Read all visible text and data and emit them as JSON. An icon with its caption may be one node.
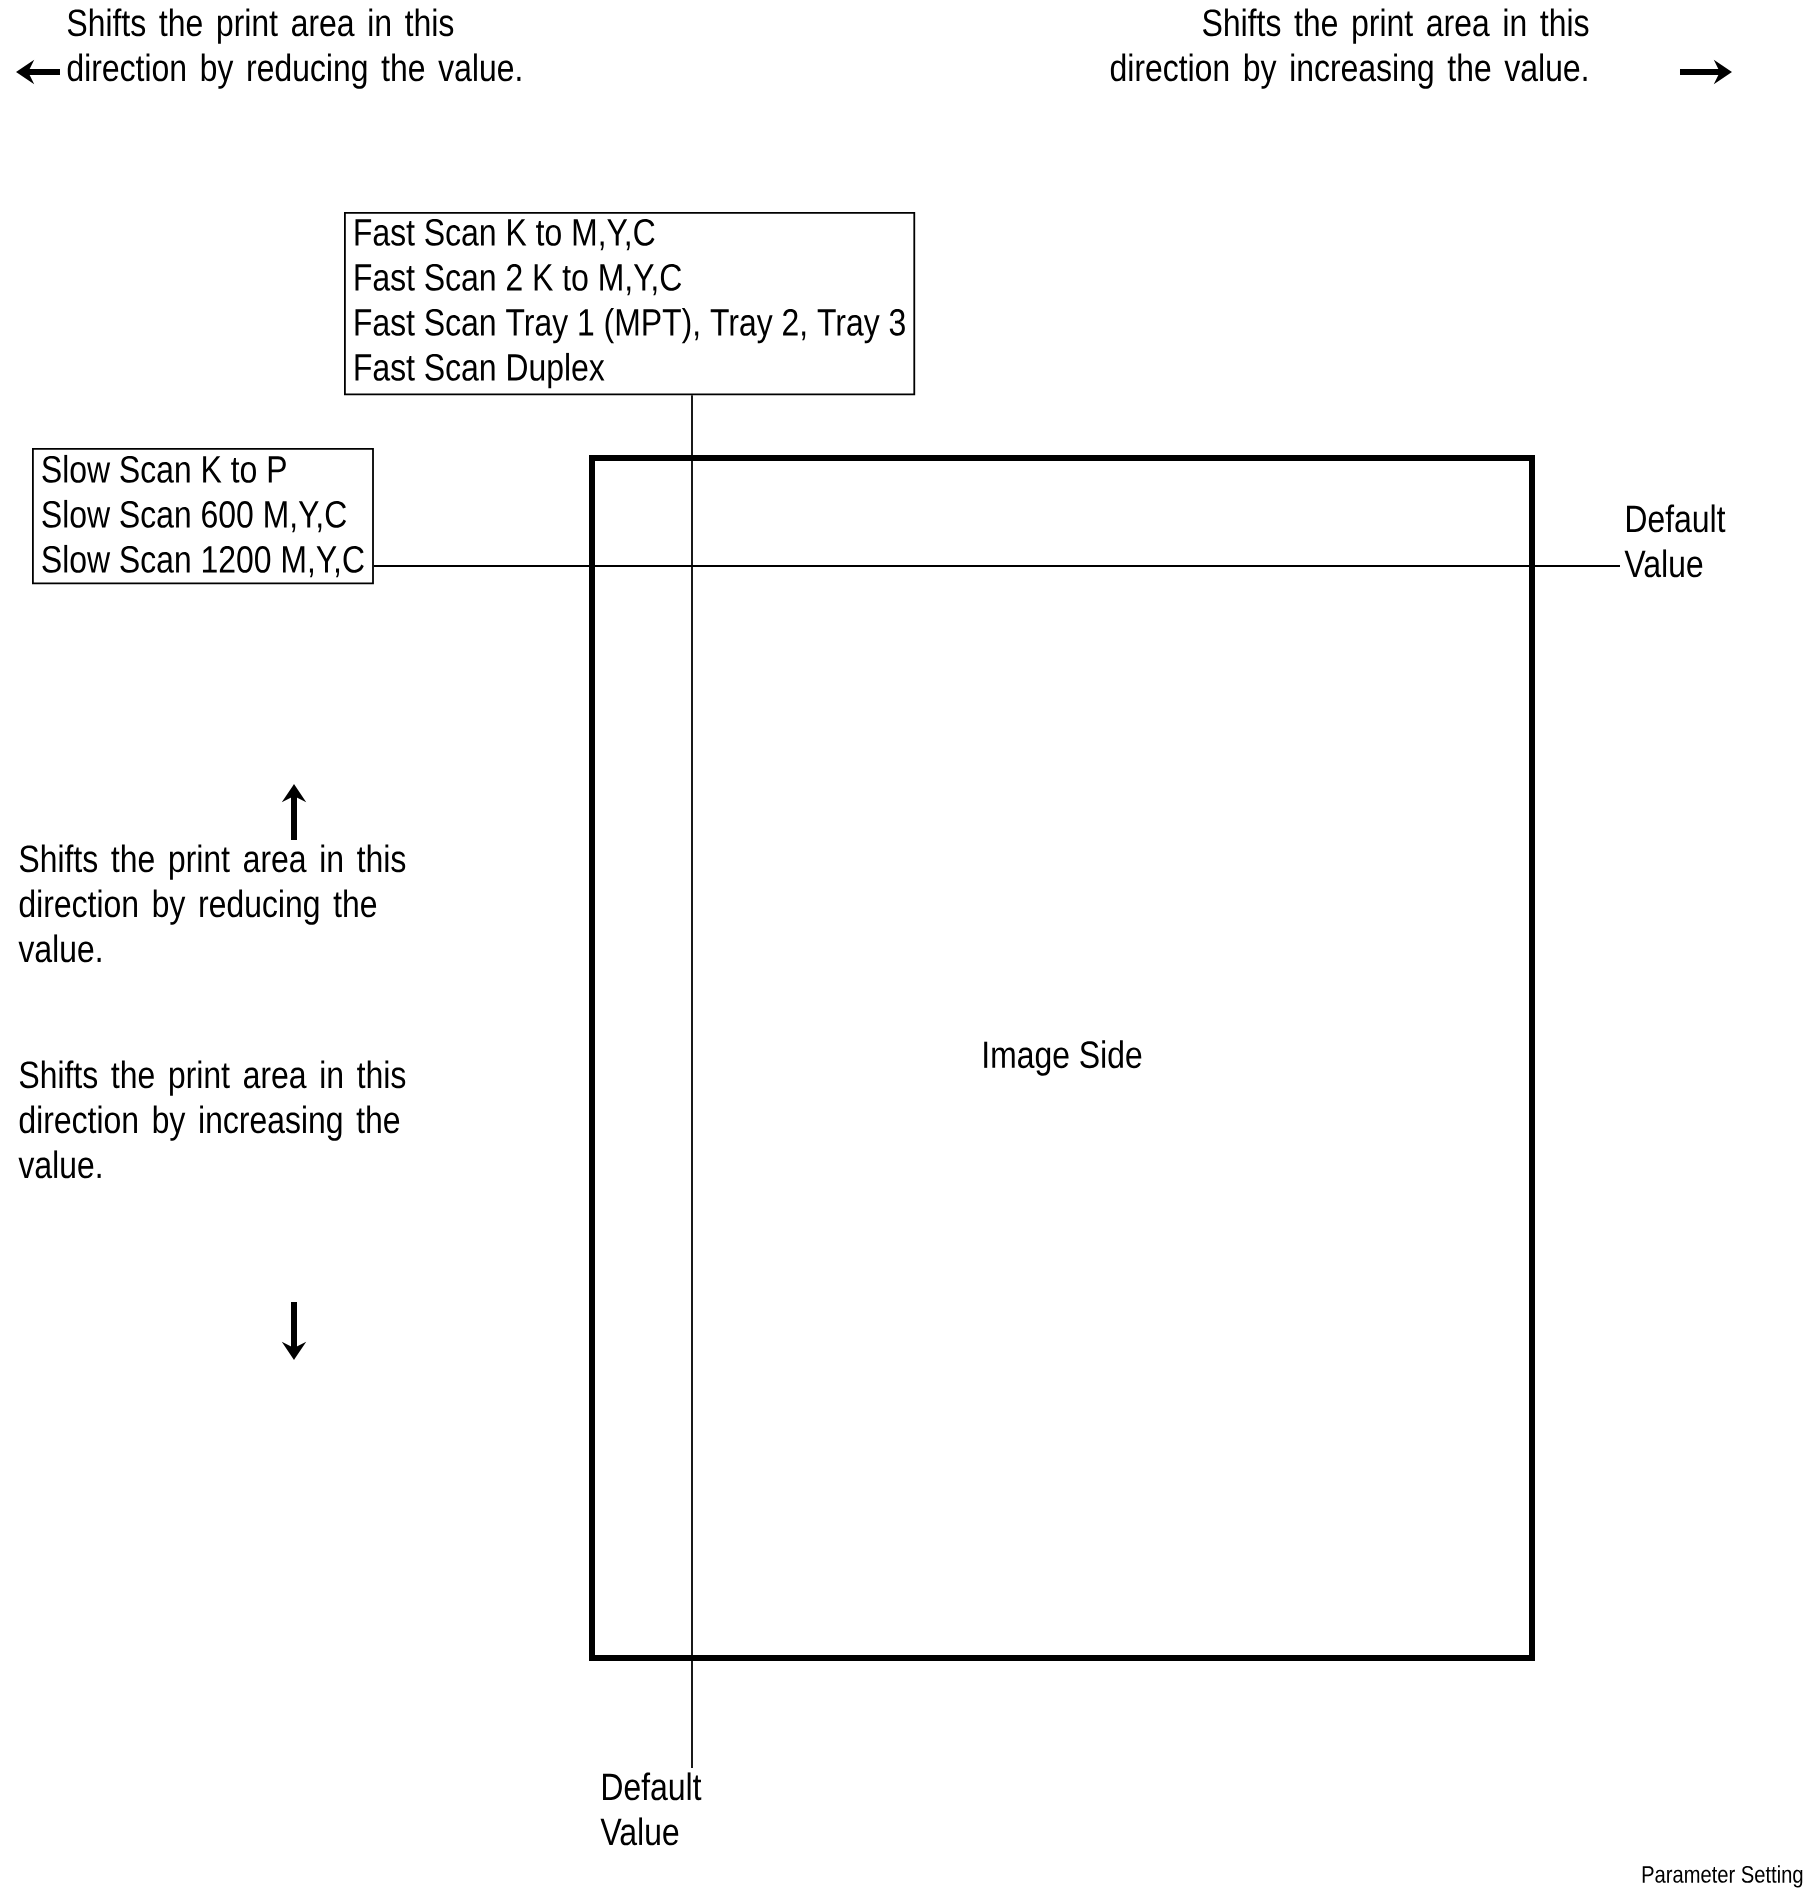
{
  "diagram": {
    "nodes": [
      {
        "text": [
          "Fast Scan K to M,Y,C",
          "Fast Scan 2 K to M,Y,C",
          "Fast Scan Tray 1 (MPT), Tray 2, Tray 3",
          "Fast Scan Duplex"
        ]
      },
      {
        "text": [
          "Slow Scan K to P",
          "Slow Scan 600 M,Y,C",
          "Slow Scan 1200 M,Y,C"
        ]
      },
      {
        "text": [
          "Image Side"
        ]
      },
      {
        "text": [
          "Default Value"
        ]
      },
      {
        "text": [
          "Default Value"
        ]
      }
    ],
    "edges": [
      {
        "from": 0,
        "to": 4,
        "arrow": "none"
      },
      {
        "from": 1,
        "to": 3,
        "arrow": "none"
      }
    ],
    "labels": [
      "Shifts the print area in this direction by reducing the value.",
      "Shifts the print area in this direction by increasing the value.",
      "Shifts the print area in this direction by reducing the value.",
      "Shifts the print area in this direction by increasing the value.",
      "Parameter Setting"
    ]
  }
}
